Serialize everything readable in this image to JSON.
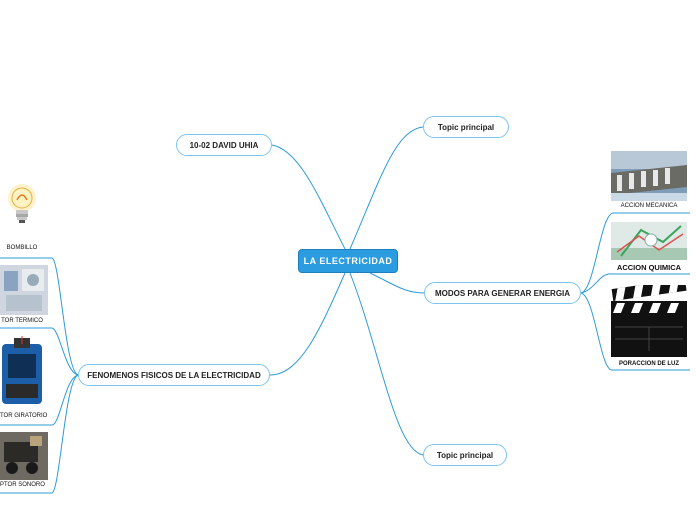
{
  "map": {
    "central": "LA ELECTRICIDAD",
    "topics": {
      "author": "10-02 DAVID UHIA",
      "topic_top": "Topic principal",
      "modes": "MODOS PARA GENERAR ENERGIA",
      "topic_bottom": "Topic principal",
      "phenomena": "FENOMENOS FISICOS DE LA ELECTRICIDAD"
    },
    "modes_items": {
      "mechanical": "ACCION MECANICA",
      "chemical": "ACCION QUIMICA",
      "light": "PORACCION DE LUZ"
    },
    "phenomena_items": {
      "bulb": "BOMBILLO",
      "thermal": "TOR TERMICO",
      "rotary": "TOR GIRATORIO",
      "sound": "PTOR SONORO"
    }
  },
  "colors": {
    "line": "#2e9bd6",
    "central": "#2b9ce0",
    "topic_border": "#7cc4ee"
  }
}
